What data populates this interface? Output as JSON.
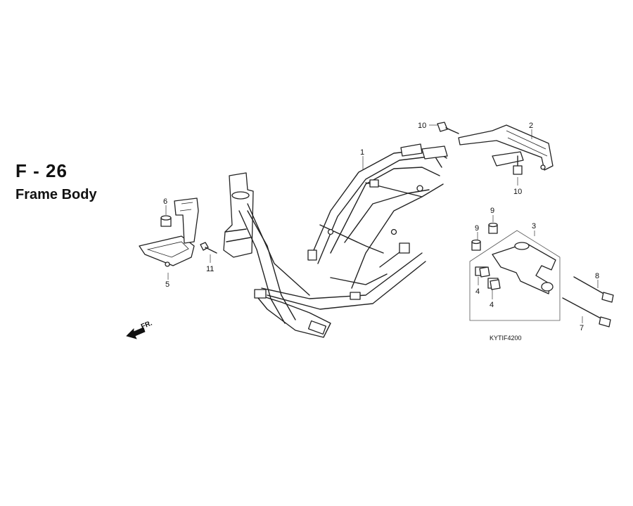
{
  "header": {
    "section_code": "F - 26",
    "section_title": "Frame Body"
  },
  "direction_marker": {
    "label": "FR.",
    "icon": "arrow-icon"
  },
  "diagram_code": "KYTIF4200",
  "callouts": {
    "c1": "1",
    "c2": "2",
    "c3": "3",
    "c4a": "4",
    "c4b": "4",
    "c5": "5",
    "c6": "6",
    "c7": "7",
    "c8": "8",
    "c9a": "9",
    "c9b": "9",
    "c10a": "10",
    "c10b": "10",
    "c11": "11"
  }
}
